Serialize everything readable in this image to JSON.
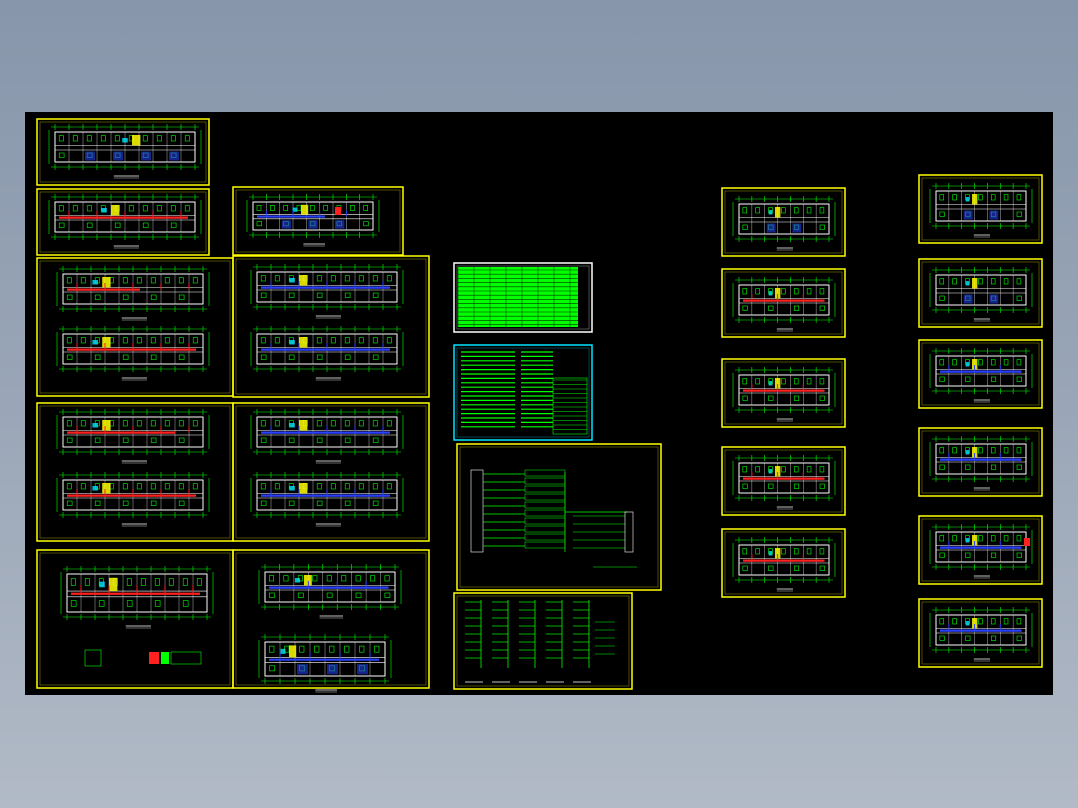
{
  "viewer": {
    "background_color": "#8b9ab0",
    "canvas_color": "#000000"
  },
  "colors": {
    "frame": "#ffff00",
    "frame_alt": "#00ffff",
    "line": "#00ff00",
    "wall": "#ffffff",
    "pipe_red": "#ff2020",
    "pipe_blue": "#2a40ff",
    "accent_yellow": "#ffff00",
    "cyan": "#00e5ff"
  },
  "sheets": {
    "left_column_a": [
      "plan-1",
      "plan-2",
      "plan-pair-1",
      "plan-pair-2",
      "plan-ground"
    ],
    "left_column_b": [
      "plan-3",
      "plan-pair-3",
      "plan-pair-4",
      "plan-ground-2"
    ],
    "center": [
      "legend-table",
      "notes",
      "system-diagram",
      "riser-diagrams"
    ],
    "right_column_a": [
      "plan-r1",
      "plan-r2",
      "plan-r3",
      "plan-r4",
      "plan-r5"
    ],
    "right_column_b": [
      "plan-s1",
      "plan-s2",
      "plan-s3",
      "plan-s4",
      "plan-s5",
      "plan-s6"
    ]
  }
}
